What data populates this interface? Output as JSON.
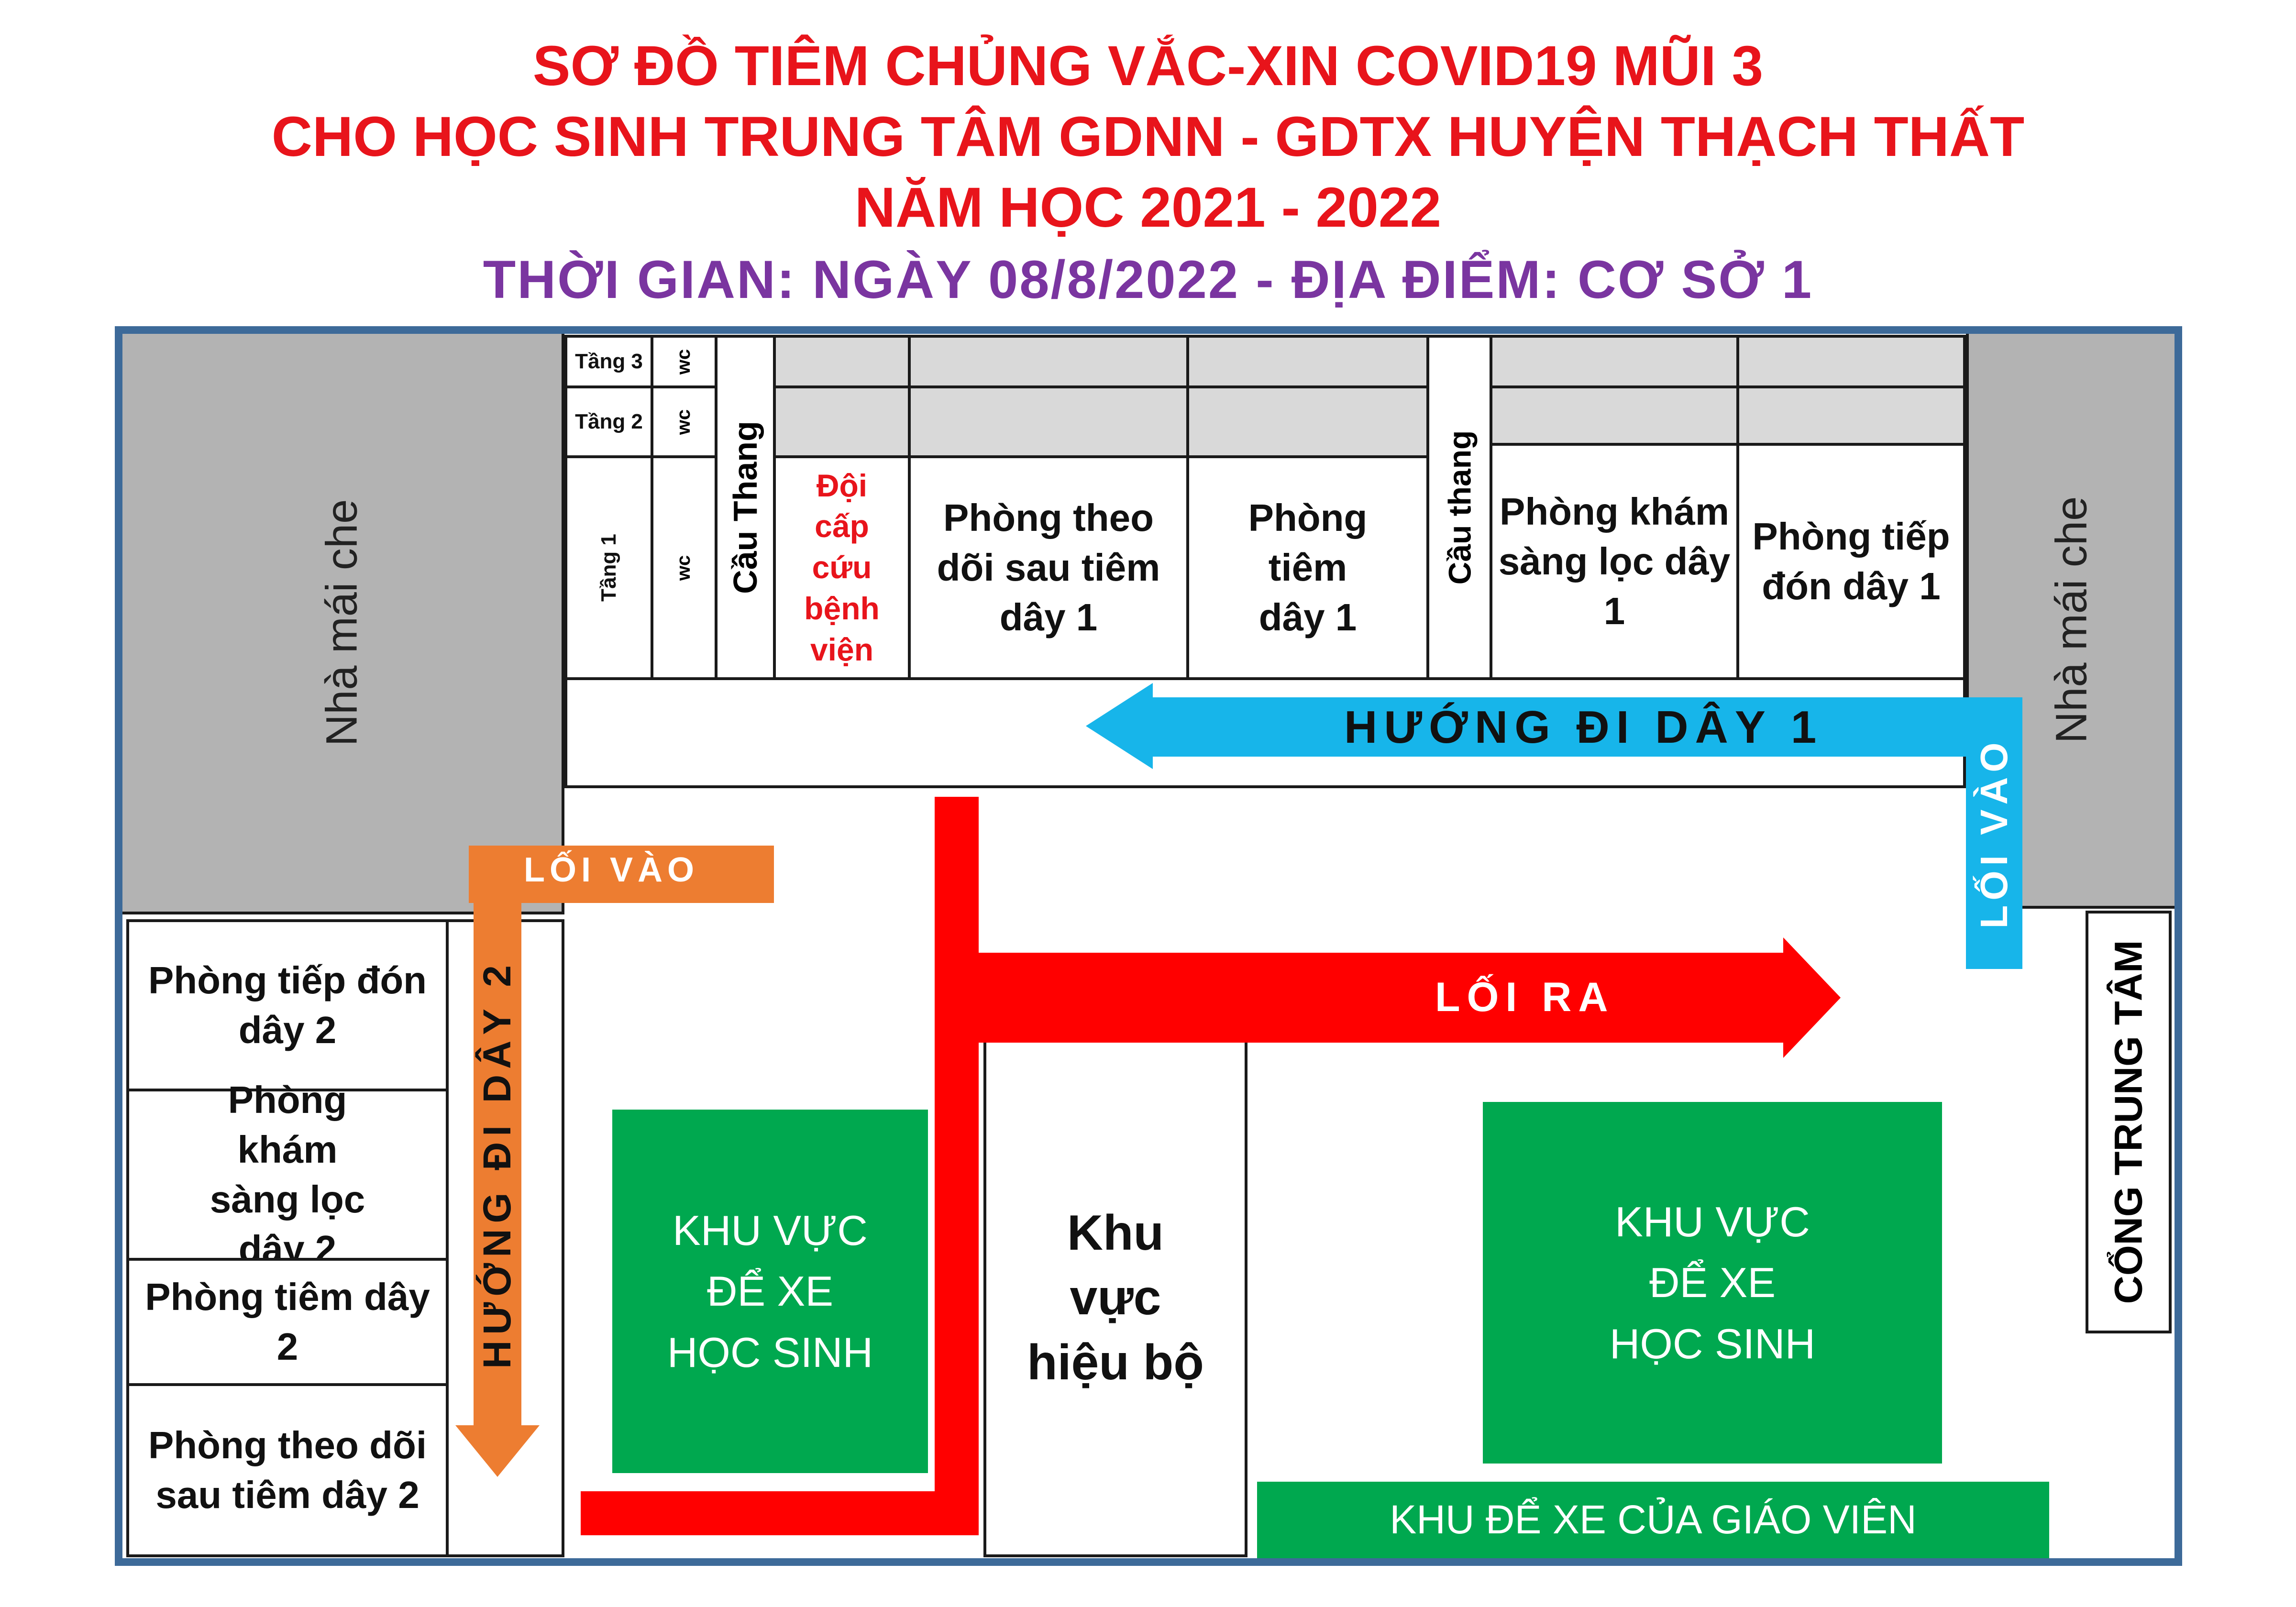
{
  "title": {
    "line1": "SƠ ĐỒ TIÊM CHỦNG VẮC-XIN COVID19 MŨI 3",
    "line2": "CHO HỌC SINH TRUNG TÂM GDNN - GDTX HUYỆN THẠCH THẤT",
    "line3": "NĂM HỌC 2021 - 2022",
    "line4": "THỜI GIAN: NGÀY 08/8/2022  - ĐỊA ĐIỂM: CƠ SỞ 1"
  },
  "colors": {
    "title_red": "#e8141b",
    "title_purple": "#7a35a0",
    "frame_blue": "#3d6a99",
    "shelter_gray": "#b3b3b3",
    "arrow_blue": "#17b5ea",
    "arrow_orange": "#ed7d31",
    "arrow_red": "#ff0000",
    "parking_green": "#00a84f"
  },
  "shelter": {
    "left": "Nhà mái che",
    "right": "Nhà mái che"
  },
  "building": {
    "floor3": "Tầng 3",
    "floor2": "Tầng 2",
    "floor1": "Tầng 1",
    "wc": "wc",
    "stairs_left": "Cầu Thang",
    "stairs_right": "Cầu thang",
    "rooms": {
      "emergency": "Đội cấp cứu bệnh viện",
      "monitor1": "Phòng theo dõi sau tiêm dây 1",
      "inject1": "Phòng tiêm dây 1",
      "screen1": "Phòng khám sàng lọc dây 1",
      "reception1": "Phòng tiếp đón dây 1"
    }
  },
  "line2_rooms": {
    "reception2": "Phòng tiếp đón dây 2",
    "screen2": "Phòng khám sàng lọc dây 2",
    "inject2": "Phòng tiêm dây 2",
    "monitor2": "Phòng theo dõi sau tiêm dây 2"
  },
  "arrows": {
    "route1": "HƯỚNG ĐI DÂY 1",
    "route2": "HƯỚNG ĐI DÂY 2",
    "entrance_right": "LỐI VÀO",
    "entrance_left": "LỐI VÀO",
    "exit": "LỐI RA"
  },
  "areas": {
    "parking_left": "KHU VỰC ĐỂ XE HỌC SINH",
    "parking_right": "KHU VỰC ĐỂ XE HỌC SINH",
    "teacher_parking": "KHU ĐỂ XE CỦA GIÁO VIÊN",
    "admin": "Khu vực hiệu bộ",
    "gate": "CỔNG TRUNG TÂM"
  }
}
